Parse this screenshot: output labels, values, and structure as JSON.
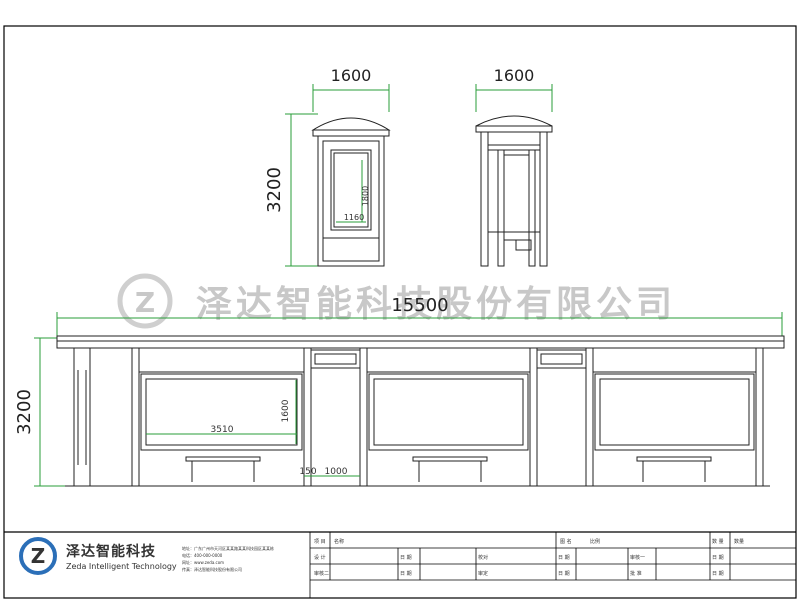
{
  "drawing": {
    "front_view": {
      "width_dim": "1600",
      "height_dim": "3200",
      "panel_width": "1160",
      "panel_height": "1800"
    },
    "side_view": {
      "width_dim": "1600"
    },
    "shelter": {
      "overall_dim": "15500",
      "height_dim": "3200",
      "panel_width": "3510",
      "panel_height": "1600",
      "offset_dim": "150",
      "seat_dim": "1000"
    }
  },
  "watermark": {
    "text": "泽达智能科技股份有限公司"
  },
  "title_block": {
    "company_cn": "泽达智能科技",
    "company_en": "Zeda Intelligent Technology",
    "address_lines": [
      "地址：广东广州市天河区某某路某某科技园区某某栋",
      "电话：400-000-0000",
      "网址：www.zeda.com",
      "传真：泽达智能科技股份有限公司"
    ],
    "cells": {
      "proj_label": "项 目",
      "name_label": "名称",
      "draw_no_label": "图 名",
      "draw_no_value": "比例",
      "qty_label": "数 量",
      "qty_value": "数量",
      "design_label": "设 计",
      "date_label_1": "日 期",
      "check_label": "校对",
      "date_label_2": "日 期",
      "review_label": "审核一",
      "date_label_3": "日 期",
      "draw_label": "审核二",
      "date_label_4": "日 期",
      "approve_label": "审定",
      "date_label_5": "日 期",
      "batch_label": "批 准",
      "date_label_6": "日 期"
    }
  }
}
